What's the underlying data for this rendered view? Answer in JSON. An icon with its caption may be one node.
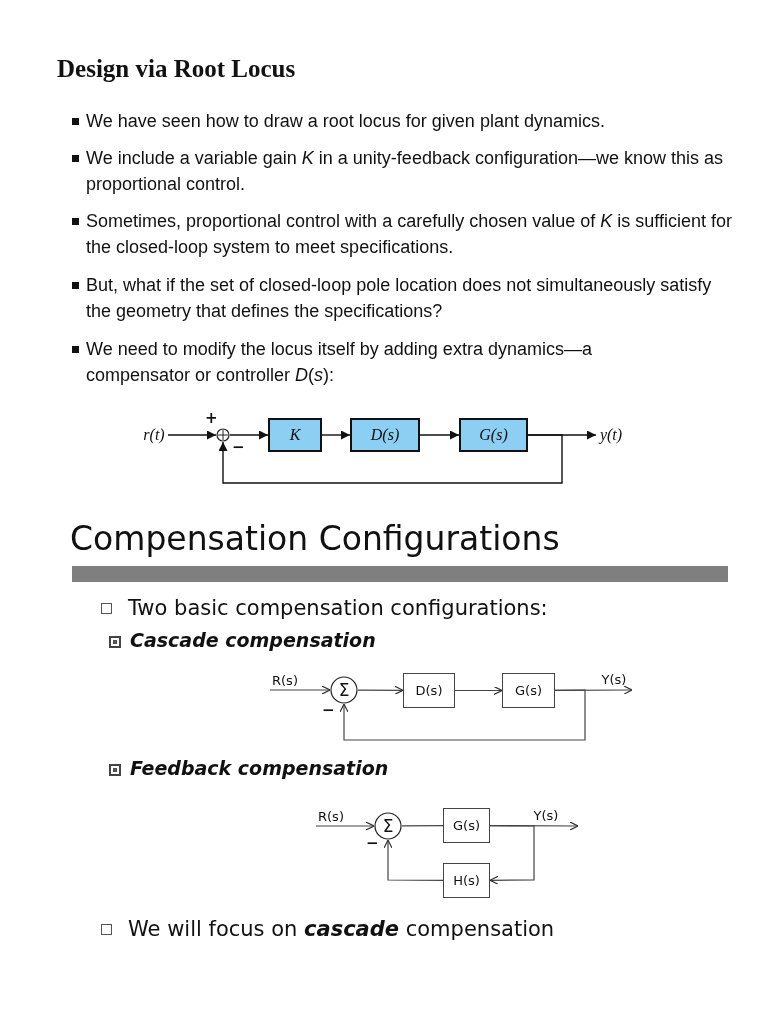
{
  "diagram": {
    "title": "Design via Root Locus",
    "nodes": [
      {
        "text": [
          "r(t)"
        ]
      },
      {
        "text": [],
        "shape": "circle",
        "beside": [
          "+",
          "−"
        ]
      },
      {
        "text": [
          "K"
        ]
      },
      {
        "text": [
          "D(s)"
        ]
      },
      {
        "text": [
          "G(s)"
        ]
      },
      {
        "text": [
          "y(t)"
        ]
      },
      {
        "text": [
          "R(s)"
        ]
      },
      {
        "text": [
          "Σ"
        ],
        "beside": [
          "−"
        ]
      },
      {
        "text": [
          "D(s)"
        ]
      },
      {
        "text": [
          "G(s)"
        ]
      },
      {
        "text": [
          "Y(s)"
        ]
      },
      {
        "text": [
          "R(s)"
        ]
      },
      {
        "text": [
          "Σ"
        ],
        "beside": [
          "−"
        ]
      },
      {
        "text": [
          "G(s)"
        ]
      },
      {
        "text": [
          "Y(s)"
        ]
      },
      {
        "text": [
          "H(s)"
        ]
      }
    ],
    "edges": [
      {
        "from": 0,
        "to": 1,
        "arrow": "to"
      },
      {
        "from": 1,
        "to": 2,
        "arrow": "to"
      },
      {
        "from": 2,
        "to": 3,
        "arrow": "to"
      },
      {
        "from": 3,
        "to": 4,
        "arrow": "to"
      },
      {
        "from": 4,
        "to": 5,
        "arrow": "to"
      },
      {
        "from": 4,
        "to": 1,
        "arrow": "to"
      },
      {
        "from": 6,
        "to": 7,
        "arrow": "to"
      },
      {
        "from": 7,
        "to": 8,
        "arrow": "to"
      },
      {
        "from": 8,
        "to": 9,
        "arrow": "to"
      },
      {
        "from": 9,
        "to": 10,
        "arrow": "to"
      },
      {
        "from": 9,
        "to": 7,
        "arrow": "to"
      },
      {
        "from": 11,
        "to": 12,
        "arrow": "to"
      },
      {
        "from": 12,
        "to": 13,
        "arrow": "none"
      },
      {
        "from": 13,
        "to": 14,
        "arrow": "to"
      },
      {
        "from": 13,
        "to": 15,
        "arrow": "to"
      },
      {
        "from": 15,
        "to": 12,
        "arrow": "to"
      }
    ],
    "labels": [
      "We have seen how to draw a root locus for given plant dynamics.",
      "We include a variable gain *K* in a unity-feedback configuration—we know this as proportional control.",
      "Sometimes, proportional control with a carefully chosen value of *K* is sufficient for the closed-loop system to meet specifications.",
      "But, what if the set of closed-loop pole location does not simultaneously satisfy the geometry that defines the specifications?",
      "We need to modify the locus itself by adding extra dynamics—a compensator or controller *D*(*s*):",
      "Compensation Configurations",
      "Two basic compensation configurations:",
      "Cascade compensation",
      "Feedback compensation",
      "We will focus on **cascade** compensation"
    ]
  }
}
